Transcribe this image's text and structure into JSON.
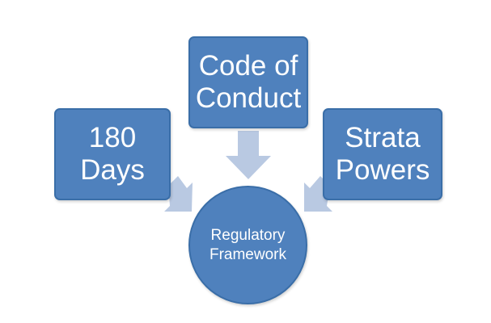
{
  "diagram": {
    "nodes": {
      "days": {
        "line1": "180",
        "line2": "Days"
      },
      "code": {
        "line1": "Code of",
        "line2": "Conduct"
      },
      "strata": {
        "line1": "Strata",
        "line2": "Powers"
      },
      "framework": {
        "line1": "Regulatory",
        "line2": "Framework"
      }
    },
    "edges": [
      {
        "from": "days",
        "to": "framework"
      },
      {
        "from": "code",
        "to": "framework"
      },
      {
        "from": "strata",
        "to": "framework"
      }
    ]
  },
  "colors": {
    "node_fill": "#4f81bd",
    "node_border": "#3a6ea8",
    "node_text": "#ffffff",
    "arrow_fill": "#b9c9e2",
    "background": "#ffffff"
  }
}
